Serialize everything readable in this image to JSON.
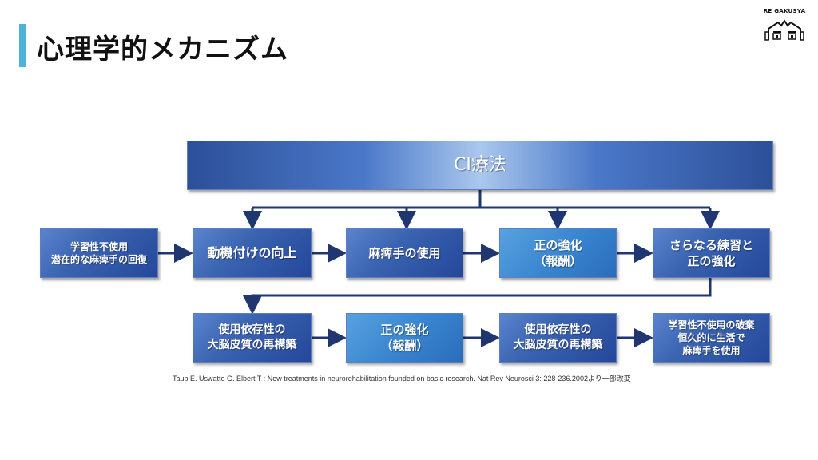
{
  "header": {
    "title": "心理学的メカニズム",
    "accent_color": "#4bb4d8"
  },
  "logo": {
    "text": "RE GAKUSYA",
    "icon": "house-face-icon"
  },
  "diagram": {
    "top": "CI療法",
    "row1": [
      {
        "label": "学習性不使用\n潜在的な麻痺手の回復"
      },
      {
        "label": "動機付けの向上"
      },
      {
        "label": "麻痺手の使用"
      },
      {
        "label": "正の強化\n（報酬）"
      },
      {
        "label": "さらなる練習と\n正の強化"
      }
    ],
    "row2": [
      {
        "label": "使用依存性の\n大脳皮質の再構築"
      },
      {
        "label": "正の強化\n（報酬）"
      },
      {
        "label": "使用依存性の\n大脳皮質の再構築"
      },
      {
        "label": "学習性不使用の破棄\n恒久的に生活で\n麻痺手を使用"
      }
    ]
  },
  "citation": "Taub E. Uswatte G. Elbert T : New treatments in neurorehabilitation founded on basic research. Nat Rev Neurosci 3: 228-236.2002より一部改変",
  "colors": {
    "arrow": "#1f3670",
    "box_dark": "#2f56a6",
    "box_light": "#3a86d0"
  }
}
